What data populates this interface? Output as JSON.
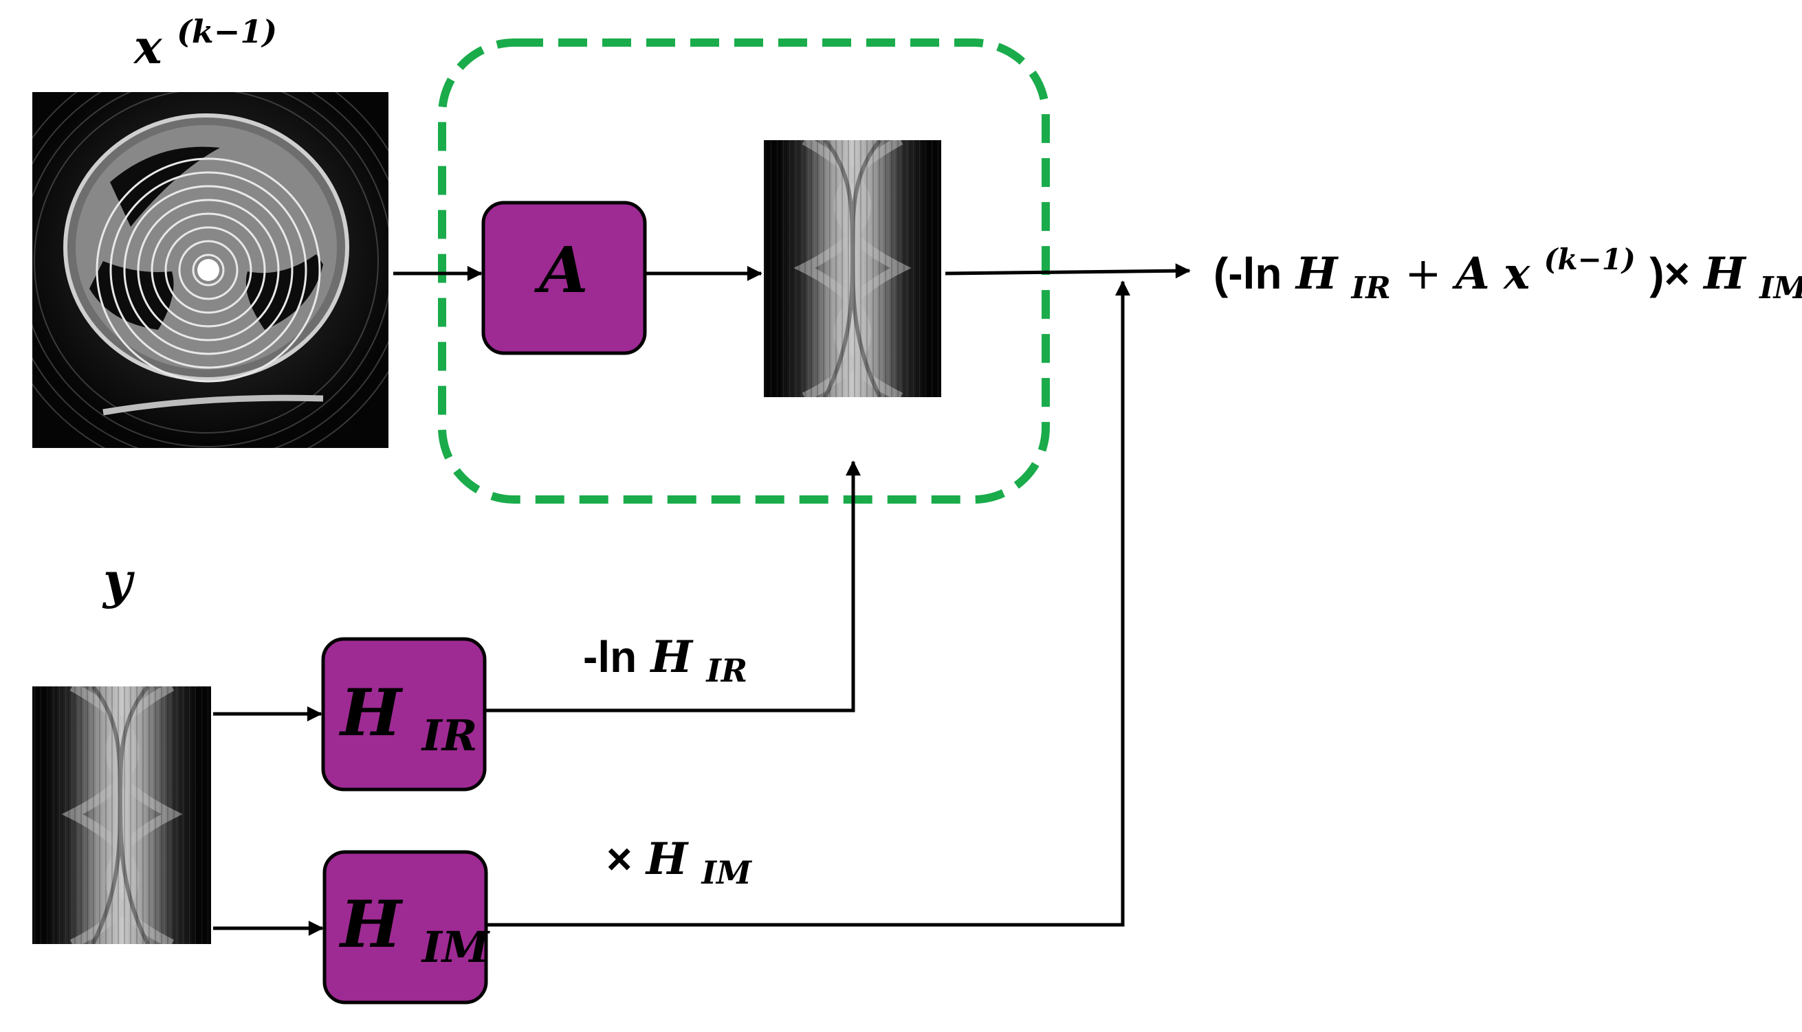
{
  "labels": {
    "x_prev": {
      "base": "x",
      "sup": "(k−1)"
    },
    "y": "y",
    "op_a": "A",
    "op_hir": {
      "base": "H",
      "sub": "IR"
    },
    "op_him": {
      "base": "H",
      "sub": "IM"
    },
    "neg_ln_hir": {
      "prefix": "-ln",
      "base": "H",
      "sub": "IR"
    },
    "times_him": {
      "prefix": "×",
      "base": "H",
      "sub": "IM"
    },
    "output": {
      "open": "(-ln",
      "h1": "H",
      "h1_sub": "IR",
      "plus": " + ",
      "a": "A",
      "x": "x",
      "x_sup": "(k−1)",
      "close": ")×",
      "h2": "H",
      "h2_sub": "IM"
    }
  },
  "colors": {
    "operator_fill": "#9e2a93",
    "dashed_box": "#1aab4b",
    "arrows": "#000000"
  }
}
